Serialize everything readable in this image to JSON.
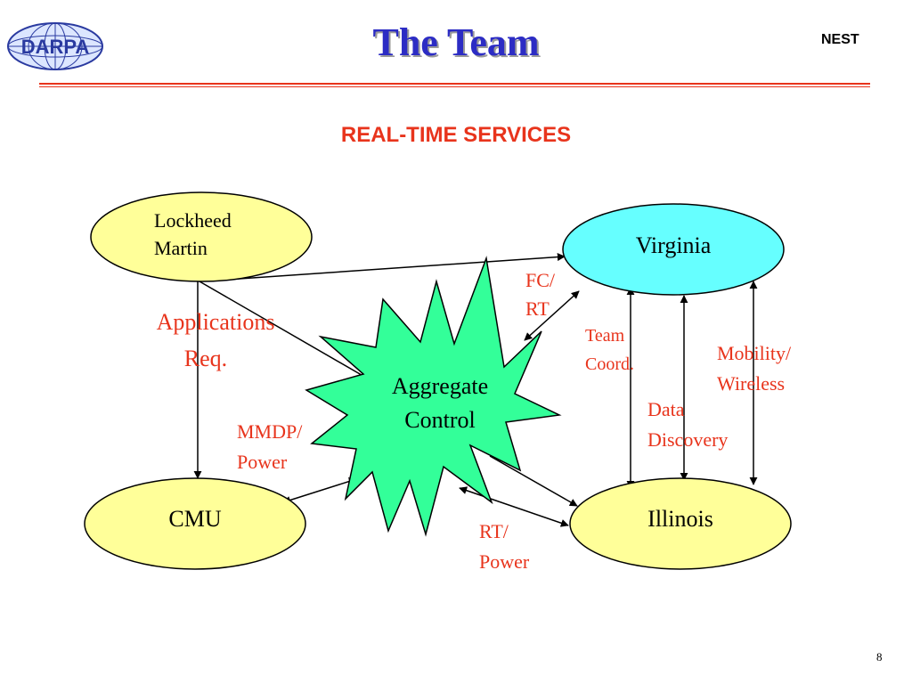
{
  "header": {
    "logo_text": "DARPA",
    "title": "The Team",
    "program": "NEST"
  },
  "subtitle": "REAL-TIME SERVICES",
  "nodes": {
    "lockheed": {
      "line1": "Lockheed",
      "line2": "Martin"
    },
    "virginia": {
      "label": "Virginia"
    },
    "cmu": {
      "label": "CMU"
    },
    "illinois": {
      "label": "Illinois"
    },
    "aggregate": {
      "line1": "Aggregate",
      "line2": "Control"
    }
  },
  "edge_labels": {
    "applications": {
      "line1": "Applications",
      "line2": "Req."
    },
    "fc_rt": {
      "line1": "FC/",
      "line2": "RT"
    },
    "team_coord": {
      "line1": "Team",
      "line2": "Coord."
    },
    "mobility": {
      "line1": "Mobility/",
      "line2": "Wireless"
    },
    "data_discovery": {
      "line1": "Data",
      "line2": "Discovery"
    },
    "mmdp": {
      "line1": "MMDP/",
      "line2": "Power"
    },
    "rt_power": {
      "line1": "RT/",
      "line2": "Power"
    }
  },
  "colors": {
    "title": "#2c2cc4",
    "accent_red": "#e8341c",
    "node_yellow": "#ffff99",
    "node_cyan": "#66ffff",
    "burst_green": "#33ff99"
  },
  "page_number": "8"
}
